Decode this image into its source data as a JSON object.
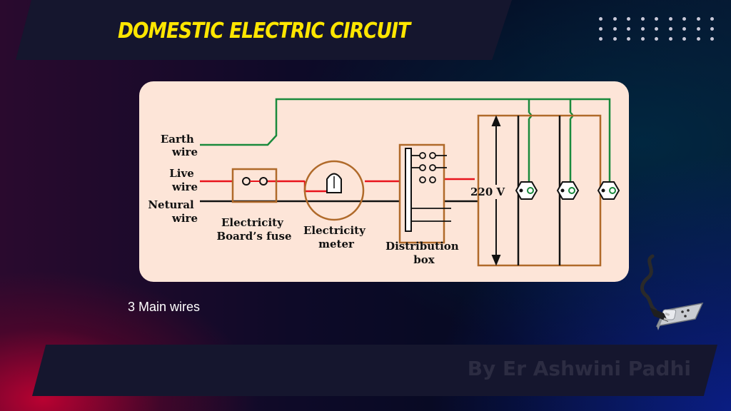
{
  "title": "DOMESTIC ELECTRIC CIRCUIT",
  "diagram": {
    "earth_wire": [
      "Earth",
      "wire"
    ],
    "live_wire": [
      "Live",
      "wire"
    ],
    "neutral_wire": [
      "Netural",
      "wire"
    ],
    "fuse_label": [
      "Electricity",
      "Board’s fuse"
    ],
    "meter_label": [
      "Electricity",
      "meter"
    ],
    "distribution_label": [
      "Distribution",
      "box"
    ],
    "voltage": "220 V"
  },
  "caption": "3 Main wires",
  "author": "By Er Ashwini Padhi",
  "colors": {
    "title": "#ffe600",
    "panel": "#fde5d8",
    "live": "#e8141c",
    "earth": "#1a8a3c",
    "neutral": "#111111",
    "box": "#b06a2a"
  },
  "icons": [
    "plug-socket-icon"
  ]
}
